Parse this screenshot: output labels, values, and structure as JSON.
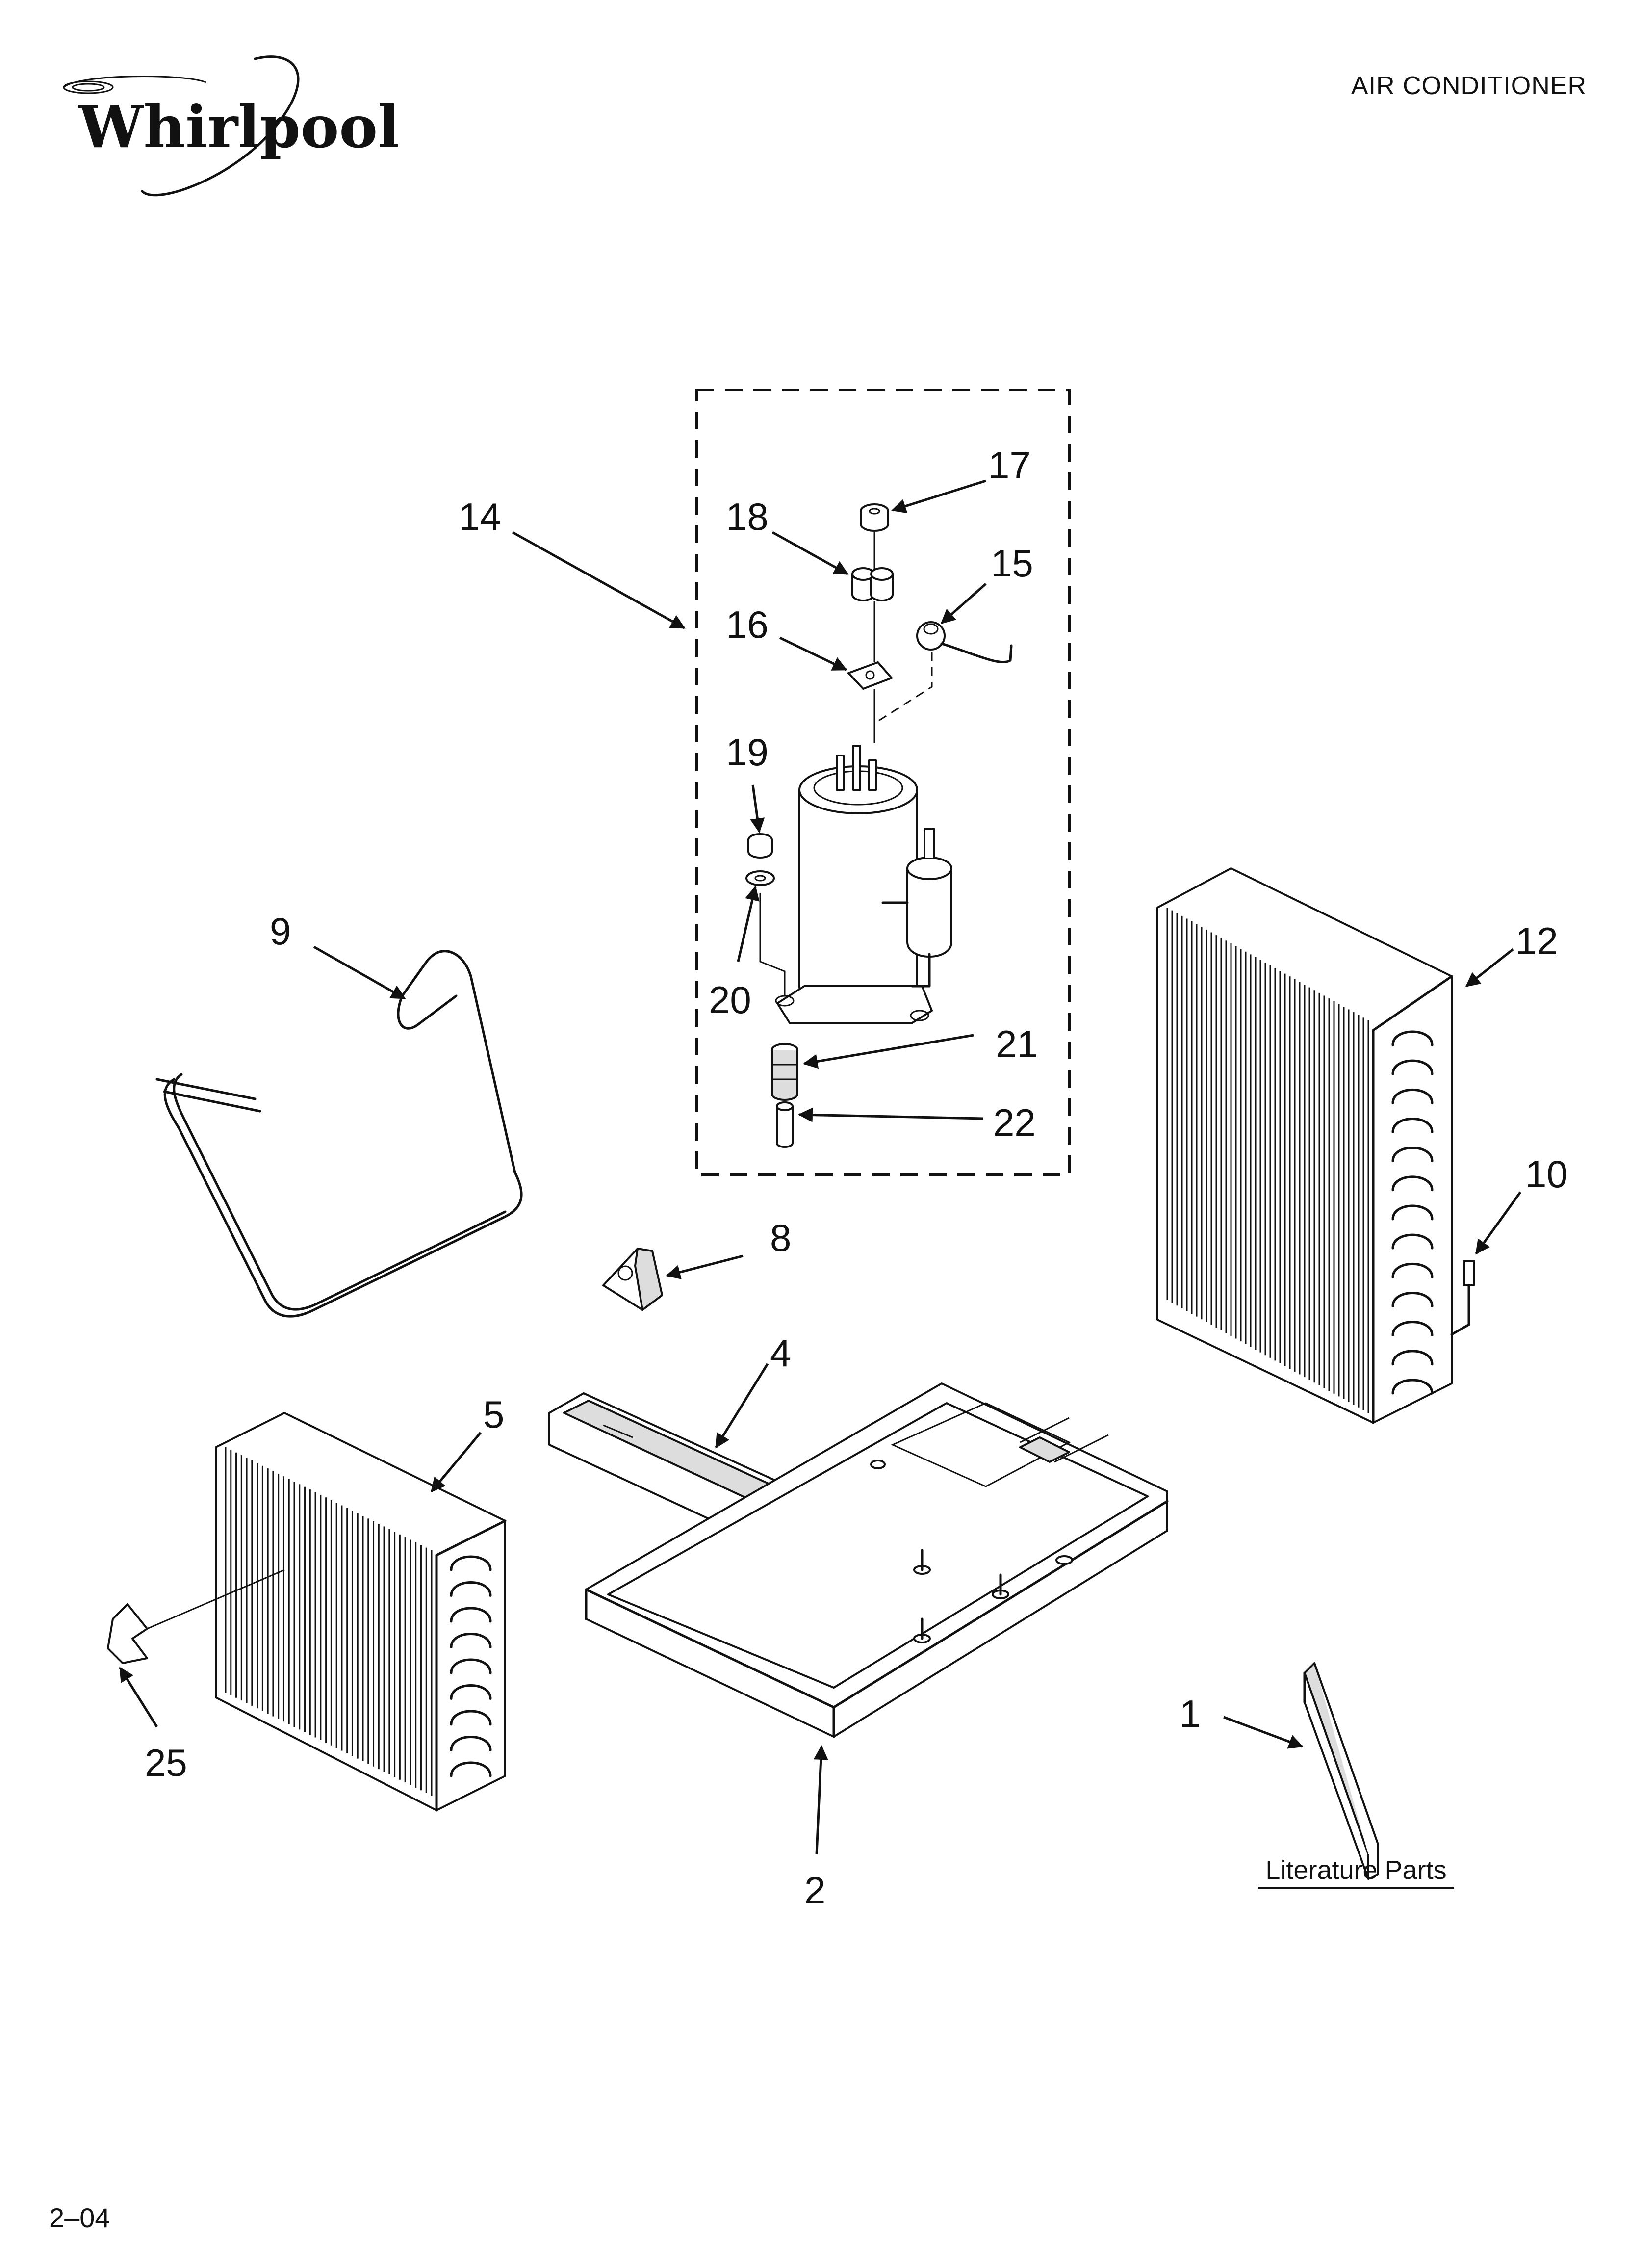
{
  "brand": {
    "logo_text": "Whirlpool"
  },
  "header": {
    "title": "AIR CONDITIONER"
  },
  "footer": {
    "page_code": "2–04"
  },
  "literature": {
    "label": "Literature Parts"
  },
  "callouts": [
    "14",
    "17",
    "18",
    "15",
    "16",
    "19",
    "20",
    "21",
    "22",
    "9",
    "12",
    "10",
    "8",
    "4",
    "5",
    "25",
    "2",
    "1"
  ]
}
